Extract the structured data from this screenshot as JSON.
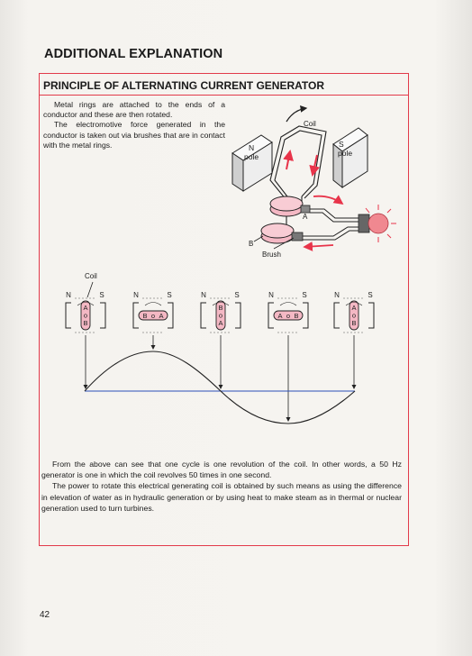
{
  "page": {
    "section_title": "ADDITIONAL EXPLANATION",
    "box_title": "PRINCIPLE OF ALTERNATING CURRENT GENERATOR",
    "intro_paragraphs": [
      "Metal rings are attached to the ends of a conductor and these are then rotated.",
      "The electromotive force generated in the conductor is taken out via brushes that are in contact with the metal rings."
    ],
    "outro_paragraphs": [
      "From the above can see that one cycle is one revolution of the coil. In other words, a 50 Hz generator is one in which the coil revolves 50 times in one second.",
      "The power to rotate this electrical generating coil is obtained by such means as using the difference in elevation of water as in hydraulic generation or by using heat to make steam as in thermal or nuclear generation used to turn turbines."
    ],
    "page_number": "42"
  },
  "generator_diagram": {
    "coil_label": "Coil",
    "n_pole_label": [
      "N",
      "pole"
    ],
    "s_pole_label": [
      "S",
      "pole"
    ],
    "ring_a_label": "A",
    "ring_b_label": "B",
    "brush_label": "Brush"
  },
  "rotation_diagram": {
    "coil_label": "Coil",
    "north": "N",
    "south": "S",
    "conductor_a": "A",
    "conductor_b": "B",
    "axis_marker": "o",
    "positions": [
      {
        "orientation": "vertical",
        "top": "A",
        "bottom": "B"
      },
      {
        "orientation": "horizontal",
        "left": "B",
        "right": "A"
      },
      {
        "orientation": "vertical",
        "top": "B",
        "bottom": "A"
      },
      {
        "orientation": "horizontal",
        "left": "A",
        "right": "B"
      },
      {
        "orientation": "vertical",
        "top": "A",
        "bottom": "B"
      }
    ]
  },
  "colors": {
    "frame": "#e23a4a",
    "coil_fill": "#f4b8c4",
    "arrow_red": "#e8344a",
    "axis_blue": "#2c4fb8",
    "magnet_fill": "#eeeeee",
    "bulb_glow": "#f08890"
  }
}
